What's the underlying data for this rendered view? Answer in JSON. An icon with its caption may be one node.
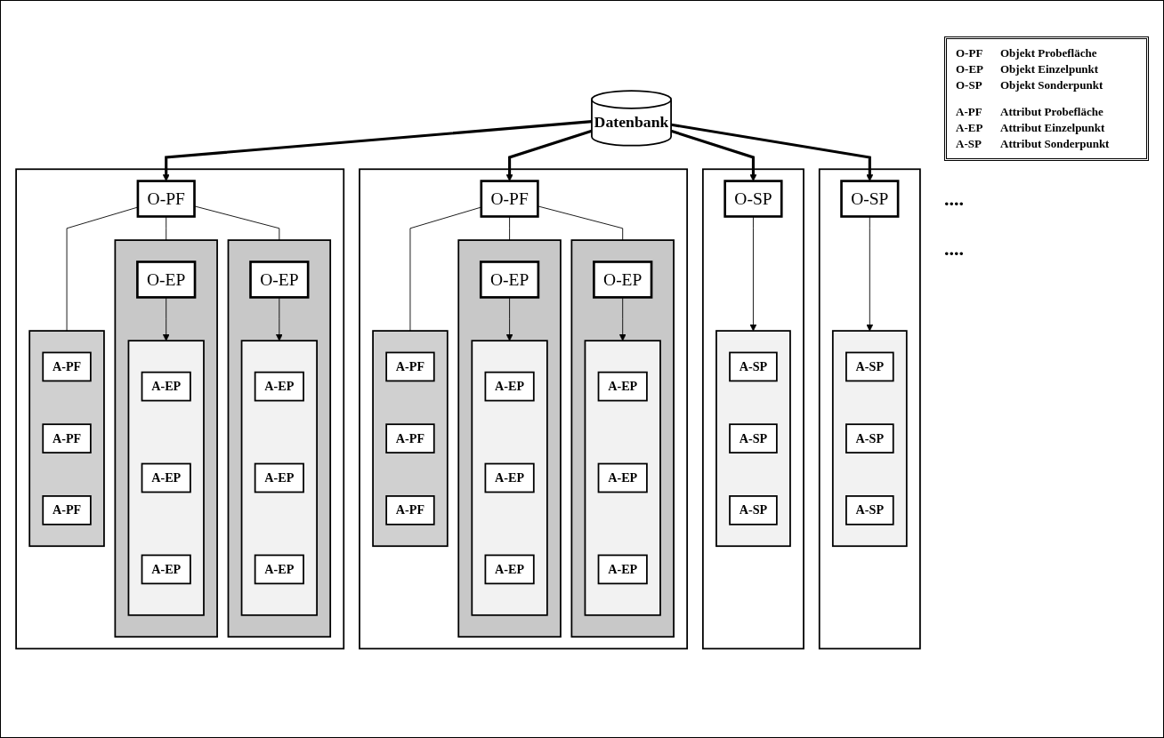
{
  "diagram": {
    "nodes": [
      {
        "text": [
          "Datenbank"
        ]
      },
      {
        "text": [],
        "shape": "box"
      },
      {
        "text": [
          "O-PF"
        ],
        "in": 1
      },
      {
        "text": [],
        "shape": "box",
        "in": 1
      },
      {
        "text": [
          "A-PF"
        ],
        "in": 3
      },
      {
        "text": [
          "A-PF"
        ],
        "in": 3
      },
      {
        "text": [
          "A-PF"
        ],
        "in": 3
      },
      {
        "text": [],
        "shape": "box",
        "in": 1
      },
      {
        "text": [
          "O-EP"
        ],
        "in": 7
      },
      {
        "text": [],
        "shape": "box",
        "in": 7
      },
      {
        "text": [
          "A-EP"
        ],
        "in": 9
      },
      {
        "text": [
          "A-EP"
        ],
        "in": 9
      },
      {
        "text": [
          "A-EP"
        ],
        "in": 9
      },
      {
        "text": [],
        "shape": "box",
        "in": 1
      },
      {
        "text": [
          "O-EP"
        ],
        "in": 13
      },
      {
        "text": [],
        "shape": "box",
        "in": 13
      },
      {
        "text": [
          "A-EP"
        ],
        "in": 15
      },
      {
        "text": [
          "A-EP"
        ],
        "in": 15
      },
      {
        "text": [
          "A-EP"
        ],
        "in": 15
      },
      {
        "text": [],
        "shape": "box"
      },
      {
        "text": [
          "O-PF"
        ],
        "in": 19
      },
      {
        "text": [],
        "shape": "box",
        "in": 19
      },
      {
        "text": [
          "A-PF"
        ],
        "in": 21
      },
      {
        "text": [
          "A-PF"
        ],
        "in": 21
      },
      {
        "text": [
          "A-PF"
        ],
        "in": 21
      },
      {
        "text": [],
        "shape": "box",
        "in": 19
      },
      {
        "text": [
          "O-EP"
        ],
        "in": 25
      },
      {
        "text": [],
        "shape": "box",
        "in": 25
      },
      {
        "text": [
          "A-EP"
        ],
        "in": 27
      },
      {
        "text": [
          "A-EP"
        ],
        "in": 27
      },
      {
        "text": [
          "A-EP"
        ],
        "in": 27
      },
      {
        "text": [],
        "shape": "box",
        "in": 19
      },
      {
        "text": [
          "O-EP"
        ],
        "in": 31
      },
      {
        "text": [],
        "shape": "box",
        "in": 31
      },
      {
        "text": [
          "A-EP"
        ],
        "in": 33
      },
      {
        "text": [
          "A-EP"
        ],
        "in": 33
      },
      {
        "text": [
          "A-EP"
        ],
        "in": 33
      },
      {
        "text": [],
        "shape": "box"
      },
      {
        "text": [
          "O-SP"
        ],
        "in": 37
      },
      {
        "text": [],
        "shape": "box",
        "in": 37
      },
      {
        "text": [
          "A-SP"
        ],
        "in": 39
      },
      {
        "text": [
          "A-SP"
        ],
        "in": 39
      },
      {
        "text": [
          "A-SP"
        ],
        "in": 39
      },
      {
        "text": [],
        "shape": "box"
      },
      {
        "text": [
          "O-SP"
        ],
        "in": 43
      },
      {
        "text": [],
        "shape": "box",
        "in": 43
      },
      {
        "text": [
          "A-SP"
        ],
        "in": 45
      },
      {
        "text": [
          "A-SP"
        ],
        "in": 45
      },
      {
        "text": [
          "A-SP"
        ],
        "in": 45
      }
    ],
    "edges": [
      {
        "from": 0,
        "to": 2,
        "arrow": "to",
        "style": "thick"
      },
      {
        "from": 0,
        "to": 20,
        "arrow": "to",
        "style": "thick"
      },
      {
        "from": 0,
        "to": 38,
        "arrow": "to",
        "style": "thick"
      },
      {
        "from": 0,
        "to": 44,
        "arrow": "to",
        "style": "thick"
      },
      {
        "from": 2,
        "to": 3,
        "arrow": "none"
      },
      {
        "from": 2,
        "to": 7,
        "arrow": "none"
      },
      {
        "from": 2,
        "to": 13,
        "arrow": "none"
      },
      {
        "from": 8,
        "to": 9,
        "arrow": "to"
      },
      {
        "from": 14,
        "to": 15,
        "arrow": "to"
      },
      {
        "from": 20,
        "to": 21,
        "arrow": "none"
      },
      {
        "from": 20,
        "to": 25,
        "arrow": "none"
      },
      {
        "from": 20,
        "to": 31,
        "arrow": "none"
      },
      {
        "from": 26,
        "to": 27,
        "arrow": "to"
      },
      {
        "from": 32,
        "to": 33,
        "arrow": "to"
      },
      {
        "from": 38,
        "to": 39,
        "arrow": "to"
      },
      {
        "from": 44,
        "to": 45,
        "arrow": "to"
      }
    ],
    "labels": [
      "O-PF",
      "Objekt Probefläche",
      "O-EP",
      "Objekt Einzelpunkt",
      "O-SP",
      "Objekt Sonderpunkt",
      "A-PF",
      "Attribut Probefläche",
      "A-EP",
      "Attribut Einzelpunkt",
      "A-SP",
      "Attribut Sonderpunkt",
      "....",
      "...."
    ]
  }
}
